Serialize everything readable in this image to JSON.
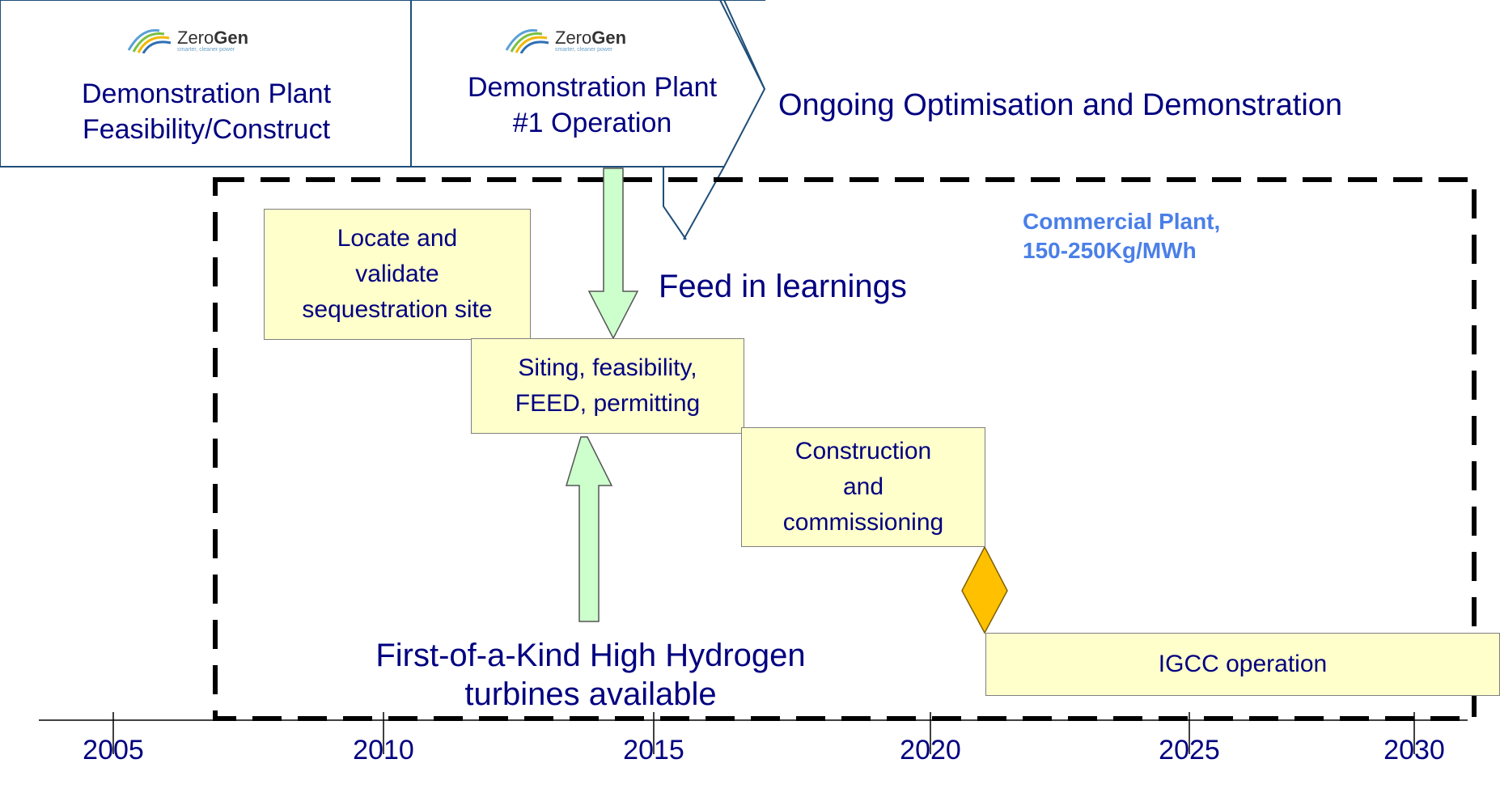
{
  "banner": {
    "stage1_line1": "Demonstration Plant",
    "stage1_line2": "Feasibility/Construct",
    "stage2_line1": "Demonstration Plant",
    "stage2_line2": "#1 Operation",
    "stage3": "Ongoing Optimisation and Demonstration",
    "logo_word_plain": "Zero",
    "logo_word_bold": "Gen",
    "logo_tagline": "smarter, cleaner power"
  },
  "labels": {
    "feed_in": "Feed in learnings",
    "first_of_kind_line1": "First-of-a-Kind High Hydrogen",
    "first_of_kind_line2": "turbines available",
    "commercial_line1": "Commercial Plant,",
    "commercial_line2": "150-250Kg/MWh"
  },
  "tasks": {
    "locate_line1": "Locate and",
    "locate_line2": "validate",
    "locate_line3": "sequestration site",
    "siting_line1": "Siting, feasibility,",
    "siting_line2": "FEED, permitting",
    "construction_line1": "Construction",
    "construction_line2": "and",
    "construction_line3": "commissioning",
    "igcc": "IGCC operation"
  },
  "timeline": {
    "years": [
      "2005",
      "2010",
      "2015",
      "2020",
      "2025",
      "2030"
    ]
  },
  "colors": {
    "text_navy": "#000080",
    "task_fill": "#FFFFCC",
    "banner_border": "#1F4E79",
    "arrow_fill": "#CCFFCC",
    "milestone_fill": "#FFC000",
    "commercial_text": "#4A7FE8"
  }
}
